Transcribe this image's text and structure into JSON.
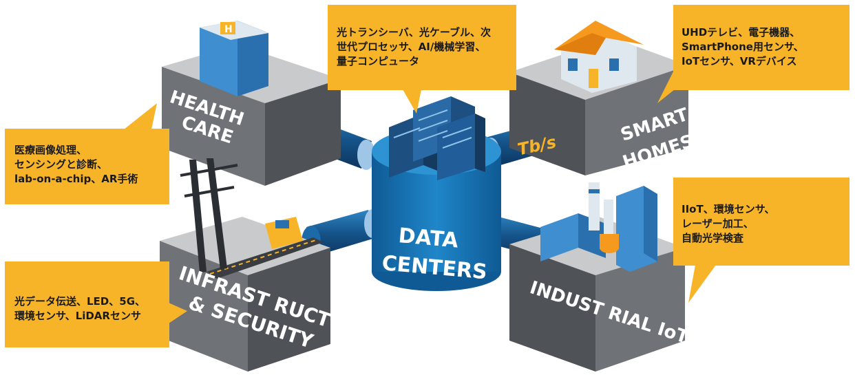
{
  "center": {
    "label_line1": "DATA",
    "label_line2": "CENTERS",
    "link_label": "Tb/s"
  },
  "cubes": {
    "healthcare": {
      "line1": "HEALTH",
      "line2": "CARE"
    },
    "smarthomes": {
      "line1": "SMART",
      "line2": "HOMES"
    },
    "infrastructure": {
      "line1": "INFRAST RUCTURE",
      "line2": "& SECURITY"
    },
    "industrial": {
      "line1": "INDUST RIAL IoT"
    }
  },
  "callouts": {
    "top": [
      "光トランシーバ、光ケーブル、次",
      "世代プロセッサ、AI/機械学習、",
      "量子コンピュータ"
    ],
    "healthcare": [
      "医療画像処理、",
      "センシングと診断、",
      "lab-on-a-chip、AR手術"
    ],
    "smarthomes": [
      "UHDテレビ、電子機器、",
      "SmartPhone用センサ、",
      "IoTセンサ、VRデバイス"
    ],
    "industrial": [
      "IIoT、環境センサ、",
      "レーザー加工、",
      "自動光学検査"
    ],
    "infrastructure": [
      "光データ伝送、LED、5G、",
      "環境センサ、LiDARセンサ"
    ]
  },
  "colors": {
    "callout": "#f7b428",
    "cube_face": "#6f7277",
    "cube_top": "#c9cacc",
    "cube_side": "#4f5257",
    "cylinder": "#1a78b8",
    "cylinder_top": "#2e93d2",
    "pipe": "#15548a",
    "link_text": "#f7b428"
  },
  "icons": {
    "healthcare": "hospital-building-icon",
    "smarthomes": "house-icon",
    "infrastructure": "power-tower-road-icon",
    "industrial": "factory-icon",
    "center": "server-racks-icon"
  }
}
